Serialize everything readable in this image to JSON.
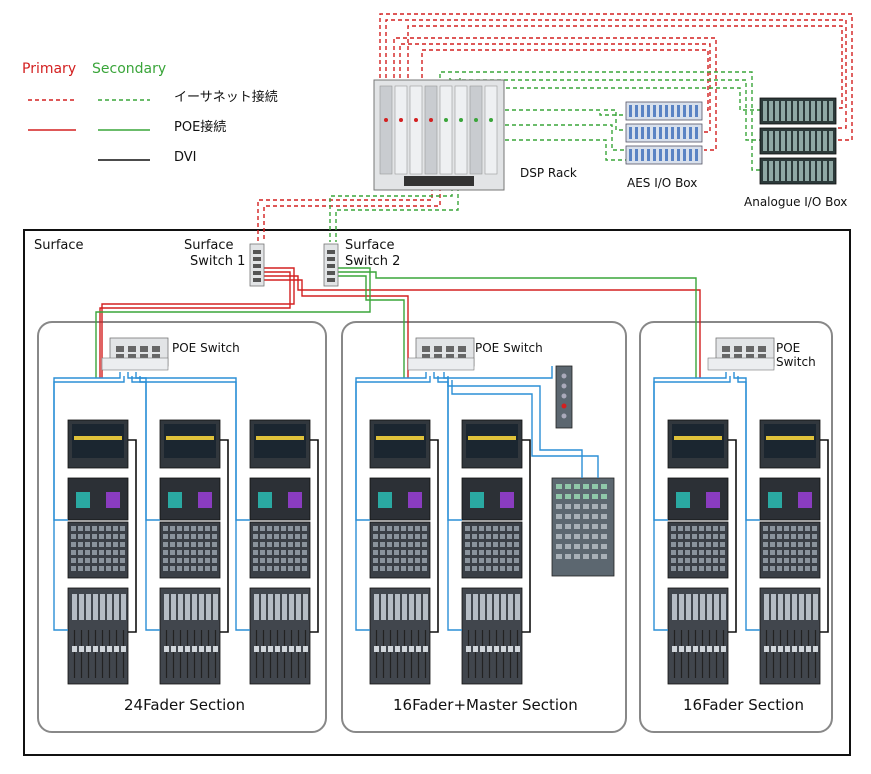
{
  "colors": {
    "primary": "#d32020",
    "secondary": "#3aa53a",
    "dvi": "#111111",
    "blue": "#2b8fd6",
    "frame": "#111111",
    "section_border": "#888888",
    "device_body": "#e2e4e6",
    "screen_bg": "#1b2630",
    "meter_yellow": "#e0c23a",
    "panel_teal": "#2aa9a2",
    "panel_purple": "#8a3cc0",
    "panel_dark": "#2c3036"
  },
  "legend": {
    "primary": "Primary",
    "secondary": "Secondary",
    "ethernet": "イーサネット接続",
    "poe": "POE接続",
    "dvi": "DVI"
  },
  "devices": {
    "dsp_rack": "DSP Rack",
    "aes_io": "AES  I/O Box",
    "analogue_io": "Analogue  I/O Box",
    "surface": "Surface",
    "surface_switch_1_a": "Surface",
    "surface_switch_1_b": "Switch  1",
    "surface_switch_2_a": "Surface",
    "surface_switch_2_b": "Switch  2",
    "poe_switch_left": "POE Switch",
    "poe_switch_mid": "POE Switch",
    "poe_switch_right_a": "POE",
    "poe_switch_right_b": "Switch"
  },
  "sections": {
    "left": "24Fader Section",
    "mid": "16Fader+Master Section",
    "right": "16Fader Section"
  }
}
